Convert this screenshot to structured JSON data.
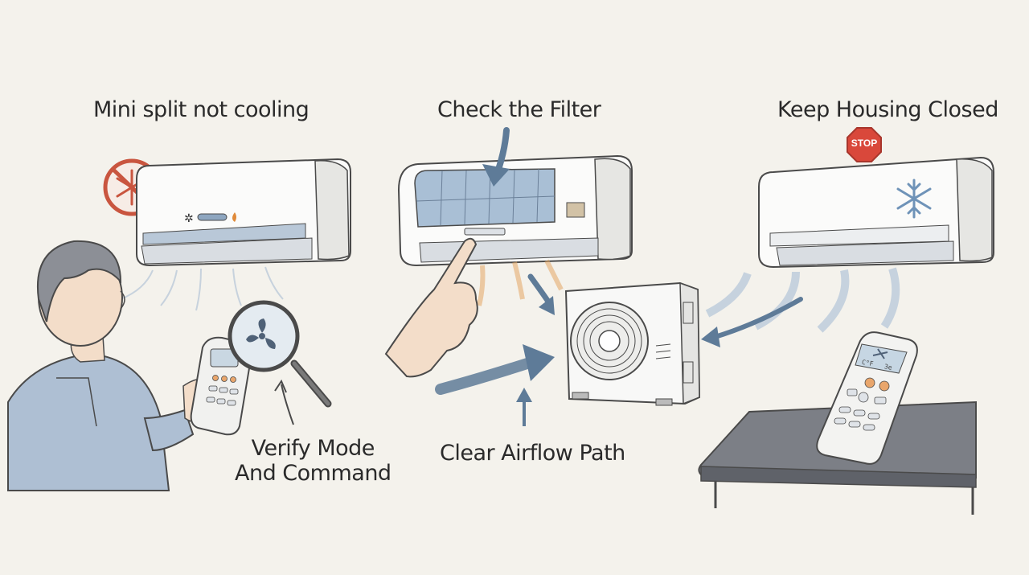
{
  "captions": {
    "mini_split": "Mini split not cooling",
    "check_filter": "Check the Filter",
    "keep_closed": "Keep Housing Closed",
    "verify_line1": "Verify Mode",
    "verify_line2": "And Command",
    "clear_airflow": "Clear Airflow Path"
  },
  "stop_sign": {
    "label": "STOP",
    "color": "#d9483b"
  },
  "remote_display": {
    "left": "C°F",
    "right": "3e"
  },
  "colors": {
    "background": "#f4f2ec",
    "ink": "#4a4a4a",
    "airflow_blue": "#a9bdd2",
    "arrow_blue": "#5e7b98",
    "warm_orange": "#e4a765",
    "person_shirt": "#aebfd3"
  },
  "icons": [
    "no-cooling-icon",
    "snowflake-icon",
    "fan-icon",
    "magnifier-icon",
    "stop-sign-icon"
  ]
}
